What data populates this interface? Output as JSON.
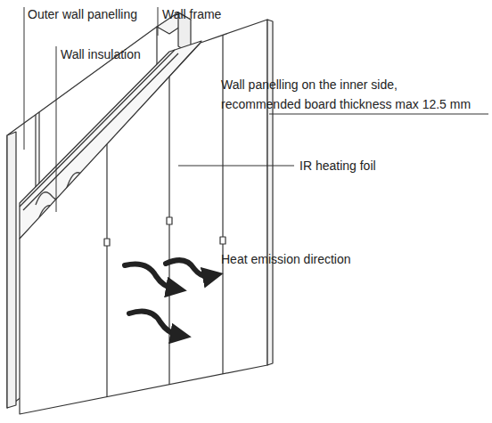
{
  "diagram": {
    "labels": [
      "Outer wall panelling",
      "Wall frame",
      "Wall insulation",
      "Wall panelling on the inner side, recommended board thickness max 12.5 mm",
      "IR heating foil",
      "Heat emission direction"
    ]
  }
}
